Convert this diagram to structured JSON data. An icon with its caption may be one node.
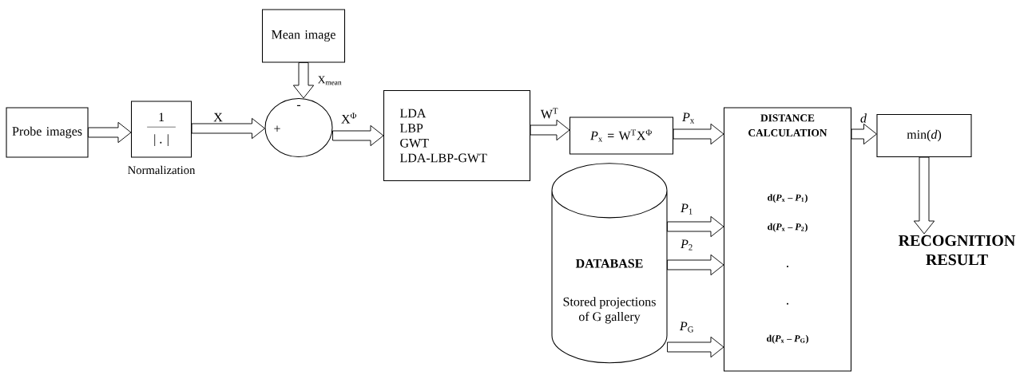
{
  "diagram": {
    "nodes": [
      {
        "text": [
          "Probe images"
        ]
      },
      {
        "text": [
          "1",
          "| . |"
        ],
        "beside": [
          "Normalization"
        ]
      },
      {
        "text": [
          "Mean image"
        ]
      },
      {
        "text": [
          "-",
          "+"
        ]
      },
      {
        "text": [
          "LDA",
          "LBP",
          "GWT",
          "LDA-LBP-GWT"
        ]
      },
      {
        "text": [
          "*P*$_{x}$ = W$^{T}$X$^{Φ}$"
        ]
      },
      {
        "text": [
          "DISTANCE CALCULATION",
          "d(*P*$_{x}$ – *P*$_{1}$)",
          "d(*P*$_{x}$ – *P*$_{2}$)",
          ".",
          ".",
          "d(*P*$_{x}$ – *P*$_{G}$)"
        ]
      },
      {
        "text": [
          "min(*d*)"
        ]
      },
      {
        "text": [
          "DATABASE",
          "Stored projections of G gallery"
        ]
      },
      {
        "text": [
          "RECOGNITION RESULT"
        ]
      }
    ],
    "edges": [
      {
        "from": 0,
        "to": 1,
        "arrow": "to"
      },
      {
        "from": 1,
        "to": 3,
        "arrow": "to",
        "label": "X"
      },
      {
        "from": 2,
        "to": 3,
        "arrow": "to",
        "label": "X$_{mean}$"
      },
      {
        "from": 3,
        "to": 4,
        "arrow": "to",
        "label": "X$^{Φ}$"
      },
      {
        "from": 4,
        "to": 5,
        "arrow": "to",
        "label": "W$^{T}$"
      },
      {
        "from": 5,
        "to": 6,
        "arrow": "to",
        "label": "*P*$_{x}$"
      },
      {
        "from": 8,
        "to": 6,
        "arrow": "to",
        "label": "*P*$_{1}$"
      },
      {
        "from": 8,
        "to": 6,
        "arrow": "to",
        "label": "*P*$_{2}$"
      },
      {
        "from": 8,
        "to": 6,
        "arrow": "to",
        "label": "*P*$_{G}$"
      },
      {
        "from": 6,
        "to": 7,
        "arrow": "to",
        "label": "*d*"
      },
      {
        "from": 7,
        "to": 9,
        "arrow": "to"
      }
    ]
  }
}
